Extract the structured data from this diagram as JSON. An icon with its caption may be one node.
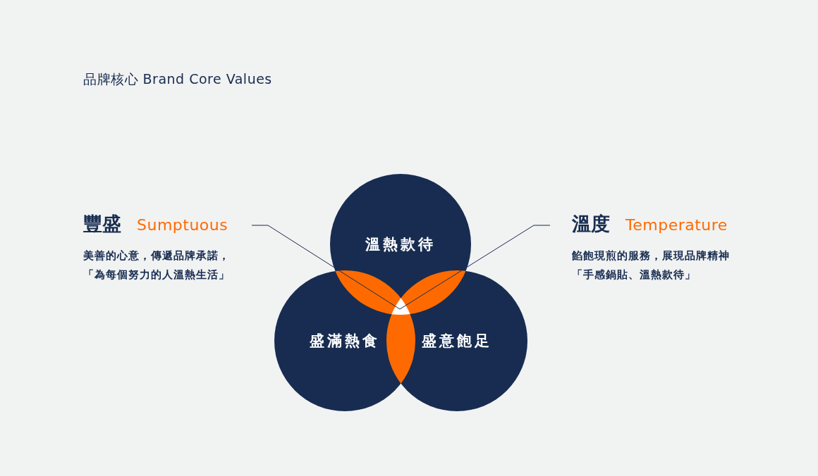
{
  "diagram": {
    "nodes": [
      {
        "text": [
          "豐盛",
          "Sumptuous",
          "美善的心意，傳遞品牌承諾，「為每個努力的人溫熱生活」"
        ]
      },
      {
        "text": [
          "溫熱款待"
        ]
      },
      {
        "text": [
          "溫度",
          "Temperature",
          "餡飽現煎的服務，展現品牌精神「手感鍋貼、溫熱款待」"
        ]
      },
      {
        "text": [
          "盛滿熱食"
        ]
      },
      {
        "text": [
          "盛意飽足"
        ]
      },
      {
        "text": [],
        "shape": "triangle"
      }
    ],
    "edges": [
      {
        "from": 0,
        "to": 5,
        "arrow": "none"
      },
      {
        "from": 2,
        "to": 5,
        "arrow": "none"
      }
    ],
    "labels": [
      "品牌核心 Brand Core Values"
    ]
  }
}
